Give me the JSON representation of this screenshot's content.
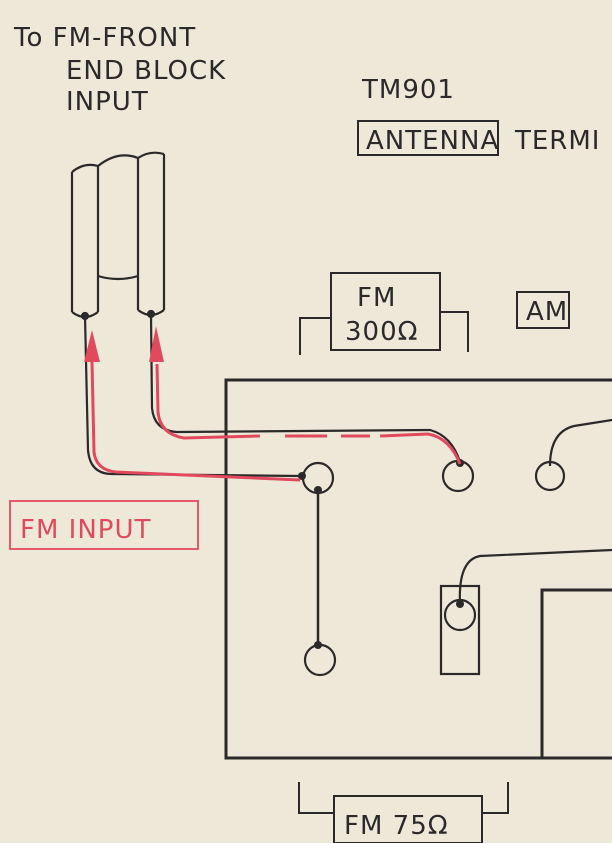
{
  "header": {
    "note_line1": "To FM-FRONT",
    "note_line2": "END BLOCK",
    "note_line3": "INPUT",
    "part_number": "TM901",
    "boxed_word": "ANTENNA",
    "trailing_word": "TERMI"
  },
  "labels": {
    "fm300_line1": "FM",
    "fm300_line2": "300Ω",
    "am": "AM",
    "fm_input": "FM INPUT",
    "fm75": "FM  75Ω"
  },
  "colors": {
    "ink": "#2a2a2a",
    "red": "#e04a5c",
    "paper": "#eee8d9"
  }
}
